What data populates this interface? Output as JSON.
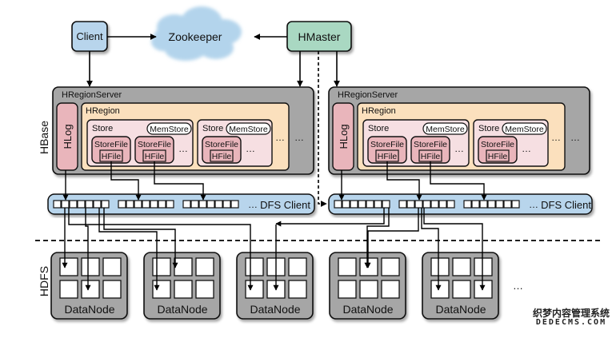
{
  "diagram": {
    "title": "HBase architecture over HDFS",
    "layers": {
      "hbase_label": "HBase",
      "hdfs_label": "HDFS"
    },
    "client": {
      "label": "Client",
      "color": "#b8d5ec"
    },
    "zookeeper": {
      "label": "Zookeeper",
      "color": "#b3d4ec"
    },
    "hmaster": {
      "label": "HMaster",
      "color": "#a9d8c2"
    },
    "region_servers": [
      {
        "label": "HRegionServer",
        "hlog_label": "HLog",
        "region_label": "HRegion",
        "stores": [
          {
            "label": "Store",
            "memstore_label": "MemStore",
            "storefiles": [
              {
                "label": "StoreFile",
                "hfile_label": "HFile"
              },
              {
                "label": "StoreFile",
                "hfile_label": "HFile"
              }
            ],
            "more": "…"
          },
          {
            "label": "Store",
            "memstore_label": "MemStore",
            "storefiles": [
              {
                "label": "StoreFile",
                "hfile_label": "HFile"
              }
            ],
            "more": "…"
          }
        ],
        "more_stores": "…",
        "more_regions": "…",
        "dfs_client_label": "DFS Client",
        "dfs_more": "…"
      },
      {
        "label": "HRegionServer",
        "hlog_label": "HLog",
        "region_label": "HRegion",
        "stores": [
          {
            "label": "Store",
            "memstore_label": "MemStore",
            "storefiles": [
              {
                "label": "StoreFile",
                "hfile_label": "HFile"
              },
              {
                "label": "StoreFile",
                "hfile_label": "HFile"
              }
            ],
            "more": "…"
          },
          {
            "label": "Store",
            "memstore_label": "MemStore",
            "storefiles": [
              {
                "label": "StoreFile",
                "hfile_label": "HFile"
              }
            ],
            "more": "…"
          }
        ],
        "more_stores": "…",
        "more_regions": "…",
        "dfs_client_label": "DFS Client",
        "dfs_more": "…"
      }
    ],
    "datanodes": [
      {
        "label": "DataNode"
      },
      {
        "label": "DataNode"
      },
      {
        "label": "DataNode"
      },
      {
        "label": "DataNode"
      },
      {
        "label": "DataNode"
      }
    ],
    "more_datanodes": "…",
    "colors": {
      "server_gray": "#a6a6a6",
      "region_orange": "#fbe0bd",
      "store_pink": "#f6dfe2",
      "storefile_pink": "#e9b5bb",
      "hlog_pink": "#e9b5bb",
      "dfs_blue": "#b8d5ec",
      "datanode_gray": "#a6a6a6"
    }
  },
  "watermark": {
    "line1": "织梦内容管理系统",
    "line2": "DEDECMS.COM"
  }
}
